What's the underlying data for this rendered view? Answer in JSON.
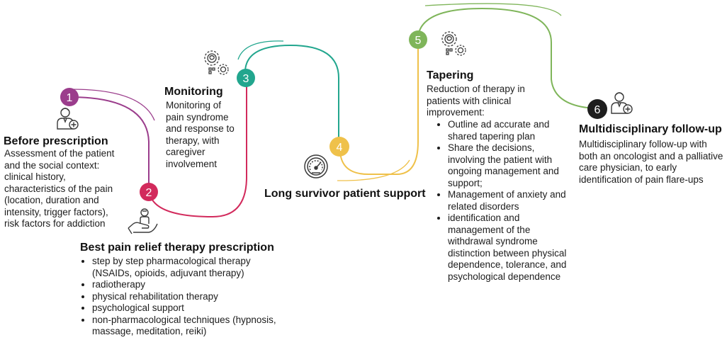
{
  "colors": {
    "step1": "#9b3d8c",
    "step2": "#d22a5c",
    "step3": "#22a68e",
    "step4": "#efc14a",
    "step5": "#7fb55a",
    "step6": "#1e1e1e",
    "icon": "#3a3a3a"
  },
  "steps": [
    {
      "number": "1",
      "title": "Before prescription",
      "icon": "doctor-plus-icon",
      "description": "Assessment of the patient and the social context: clinical history, characteristics of the pain (location, duration and intensity, trigger factors), risk factors for addiction"
    },
    {
      "number": "2",
      "title": "Best pain relief therapy prescription",
      "icon": "hand-person-icon",
      "bullets": [
        "step by step pharmacological therapy (NSAIDs, opioids, adjuvant therapy)",
        "radiotherapy",
        "physical rehabilitation therapy",
        "psychological support",
        "non-pharmacological techniques (hypnosis, massage, meditation, reiki)"
      ]
    },
    {
      "number": "3",
      "title": "Monitoring",
      "icon": "brain-gears-icon",
      "description": "Monitoring of pain syndrome and response to therapy, with caregiver involvement"
    },
    {
      "number": "4",
      "title": "Long survivor patient support",
      "icon": "gauge-icon"
    },
    {
      "number": "5",
      "title": "Tapering",
      "icon": "brain-gears-icon",
      "description": "Reduction of therapy in patients with clinical improvement:",
      "bullets": [
        "Outline ad accurate and shared tapering plan",
        "Share the decisions, involving the patient with ongoing management and support;",
        "Management of anxiety and related disorders",
        "identification and management of the withdrawal syndrome distinction between physical dependence, tolerance, and psychological dependence"
      ]
    },
    {
      "number": "6",
      "title": "Multidisciplinary follow-up",
      "icon": "doctor-plus-icon",
      "description": "Multidisciplinary follow-up with both an oncologist and a palliative care physician, to early identification of pain flare-ups"
    }
  ]
}
